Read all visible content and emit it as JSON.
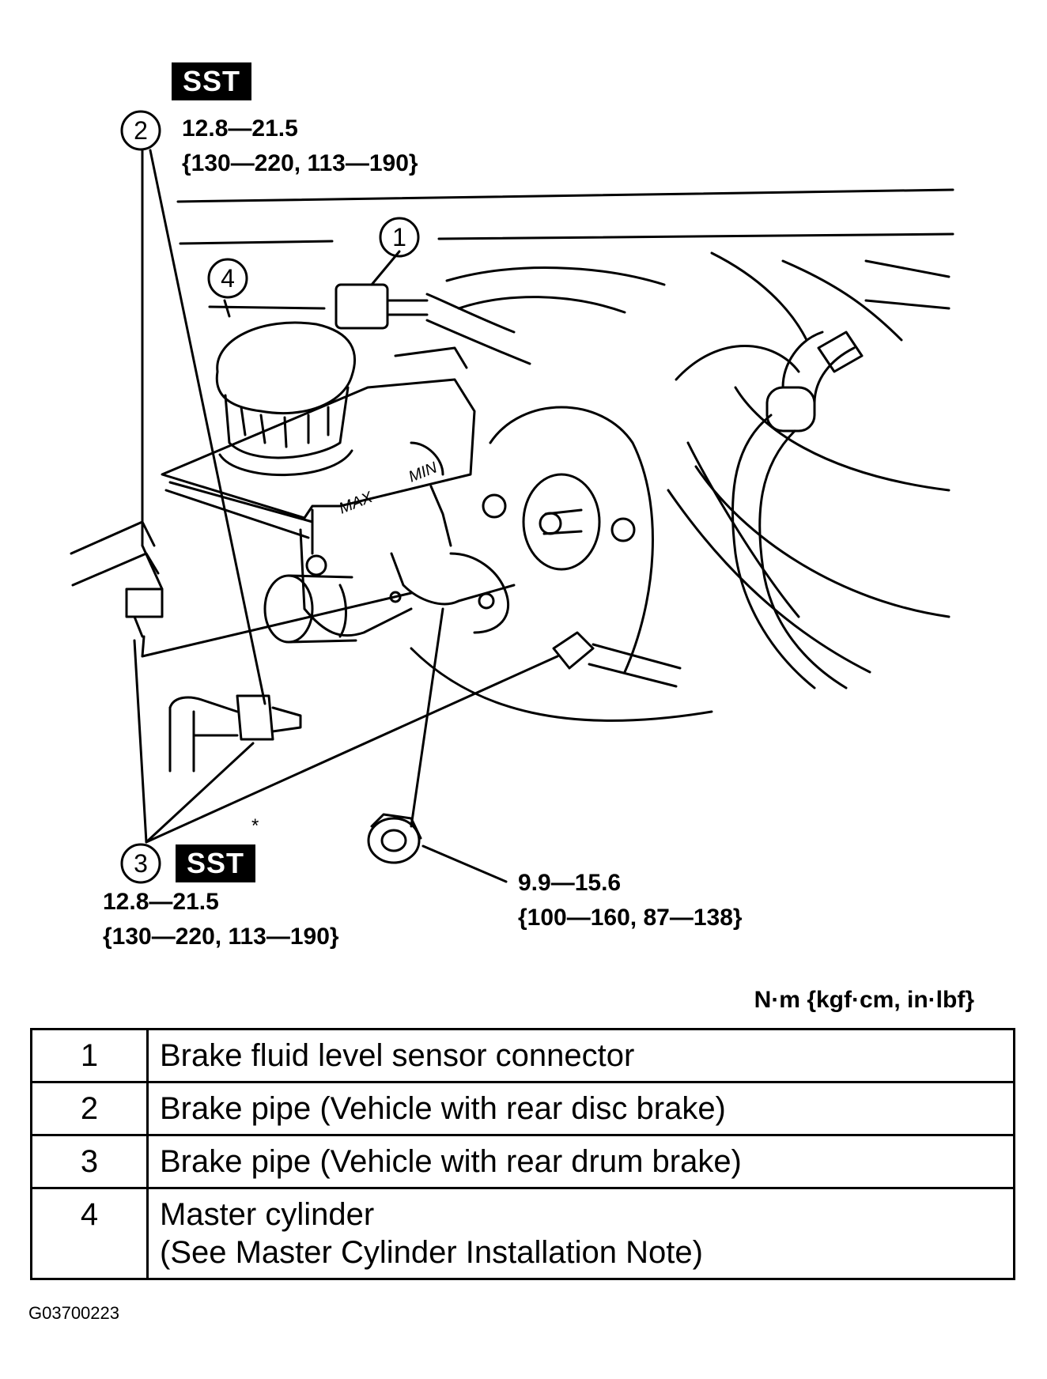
{
  "sst_label": "SST",
  "torque_top": {
    "value": "12.8—21.5",
    "alt": "{130—220, 113—190}"
  },
  "torque_bottom_left": {
    "value": "12.8—21.5",
    "alt": "{130—220, 113—190}"
  },
  "torque_bottom_right": {
    "value": "9.9—15.6",
    "alt": "{100—160, 87—138}"
  },
  "callouts": {
    "c1": "1",
    "c2": "2",
    "c3": "3",
    "c4": "4"
  },
  "reservoir_marks": {
    "max": "MAX",
    "min": "MIN"
  },
  "asterisk": "*",
  "units": "N·m {kgf·cm, in·lbf}",
  "legend": [
    {
      "num": "1",
      "text": "Brake fluid level sensor connector",
      "text2": ""
    },
    {
      "num": "2",
      "text": "Brake pipe (Vehicle with rear disc brake)",
      "text2": ""
    },
    {
      "num": "3",
      "text": "Brake pipe (Vehicle with rear drum brake)",
      "text2": ""
    },
    {
      "num": "4",
      "text": "Master cylinder",
      "text2": "(See Master Cylinder Installation Note)"
    }
  ],
  "figure_code": "G03700223"
}
